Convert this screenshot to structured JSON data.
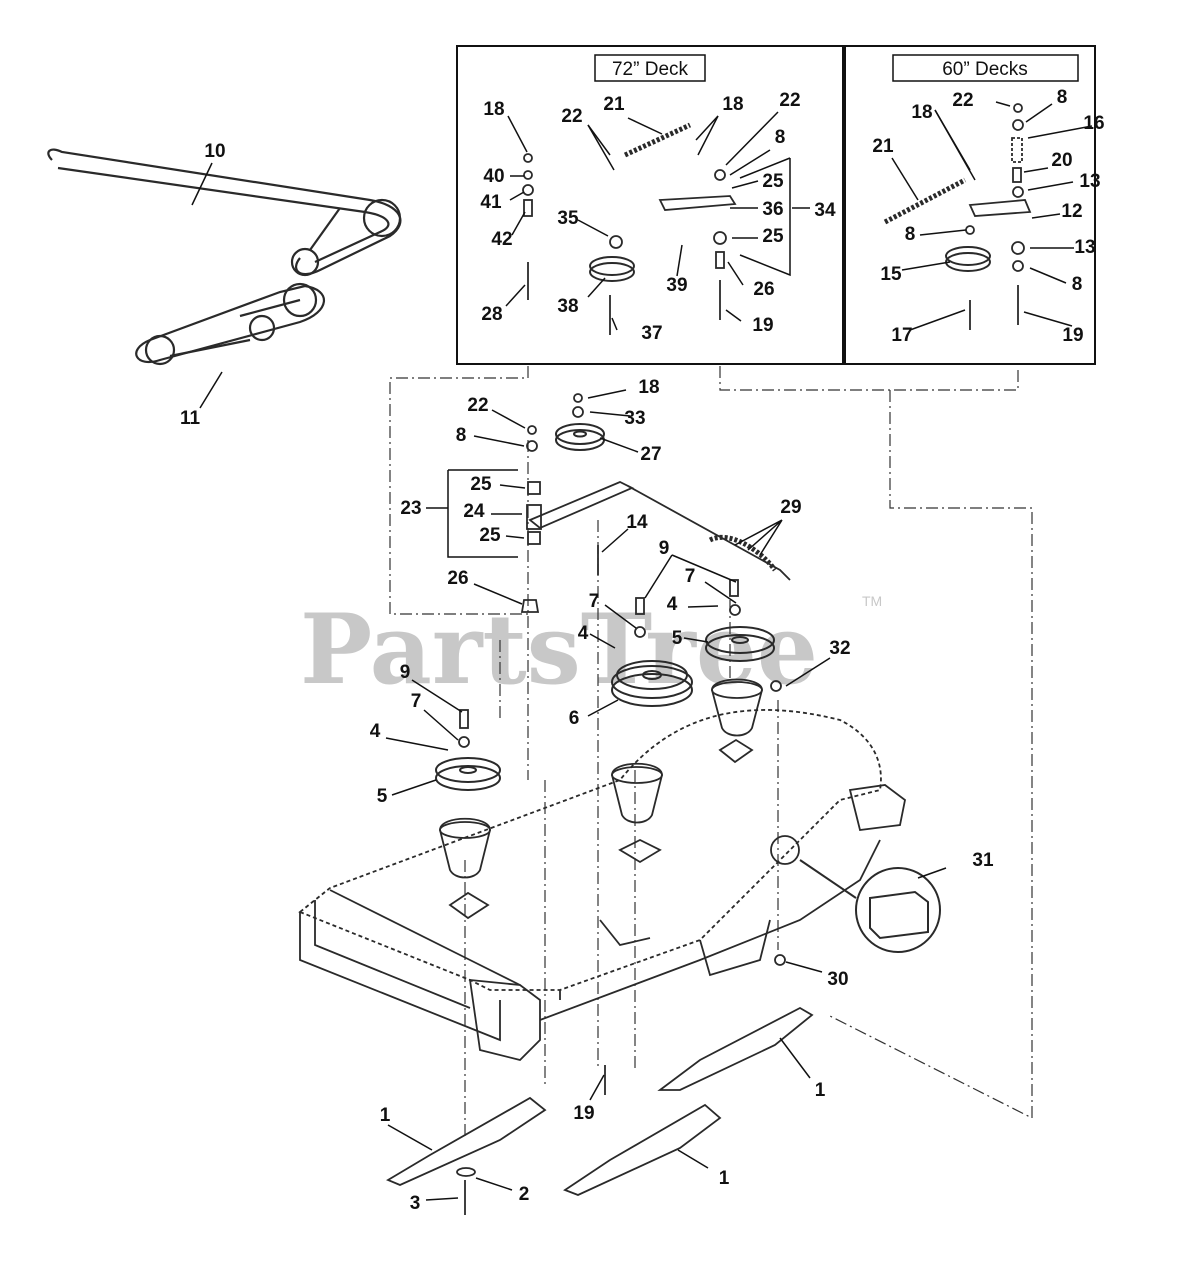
{
  "colors": {
    "ink": "#111111",
    "part": "#2a2a2a",
    "watermark": "#c8c8c8",
    "paper": "#ffffff"
  },
  "detail_boxes": [
    {
      "label": "72” Deck"
    },
    {
      "label": "60” Decks"
    }
  ],
  "watermark": {
    "text": "PartsTree",
    "tm": "TM"
  },
  "callouts": [
    "1",
    "1",
    "1",
    "1",
    "2",
    "3",
    "4",
    "4",
    "4",
    "4",
    "5",
    "5",
    "5",
    "6",
    "7",
    "7",
    "7",
    "8",
    "8",
    "8",
    "8",
    "8",
    "9",
    "9",
    "10",
    "11",
    "12",
    "13",
    "13",
    "14",
    "15",
    "16",
    "17",
    "18",
    "18",
    "18",
    "18",
    "19",
    "19",
    "19",
    "19",
    "20",
    "21",
    "21",
    "22",
    "22",
    "22",
    "22",
    "23",
    "24",
    "25",
    "25",
    "25",
    "25",
    "25",
    "26",
    "26",
    "27",
    "28",
    "29",
    "30",
    "31",
    "32",
    "33",
    "34",
    "35",
    "36",
    "37",
    "38",
    "39",
    "40",
    "41",
    "42"
  ]
}
